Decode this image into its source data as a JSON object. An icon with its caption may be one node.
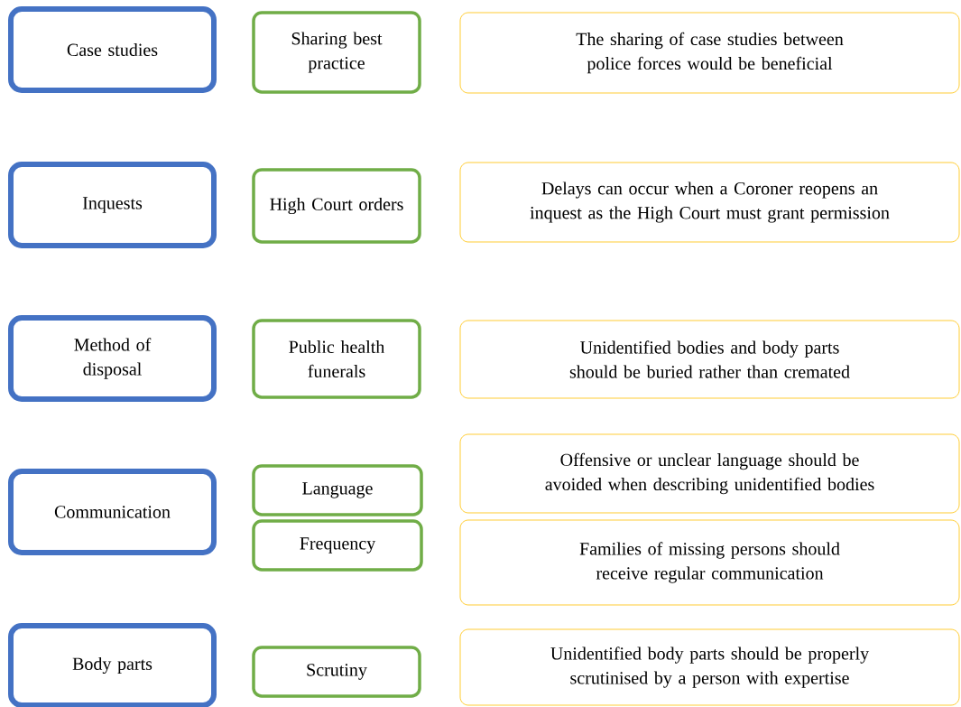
{
  "diagram": {
    "nodes": [
      {
        "text": [
          "Case studies"
        ]
      },
      {
        "text": [
          "Sharing best practice"
        ]
      },
      {
        "text": [
          "The sharing of case studies between police forces would be beneficial"
        ]
      },
      {
        "text": [
          "Inquests"
        ]
      },
      {
        "text": [
          "High Court orders"
        ]
      },
      {
        "text": [
          "Delays can occur when a Coroner reopens an inquest as the High Court must grant permission"
        ]
      },
      {
        "text": [
          "Method of disposal"
        ]
      },
      {
        "text": [
          "Public health funerals"
        ]
      },
      {
        "text": [
          "Unidentified bodies and body parts should be buried rather than cremated"
        ]
      },
      {
        "text": [
          "Communication"
        ]
      },
      {
        "text": [
          "Language"
        ]
      },
      {
        "text": [
          "Offensive or unclear language should be avoided when describing unidentified bodies"
        ]
      },
      {
        "text": [
          "Frequency"
        ]
      },
      {
        "text": [
          "Families of missing persons should receive regular communication"
        ]
      },
      {
        "text": [
          "Body parts"
        ]
      },
      {
        "text": [
          "Scrutiny"
        ]
      },
      {
        "text": [
          "Unidentified body parts should be properly scrutinised by a person with expertise"
        ]
      }
    ]
  }
}
